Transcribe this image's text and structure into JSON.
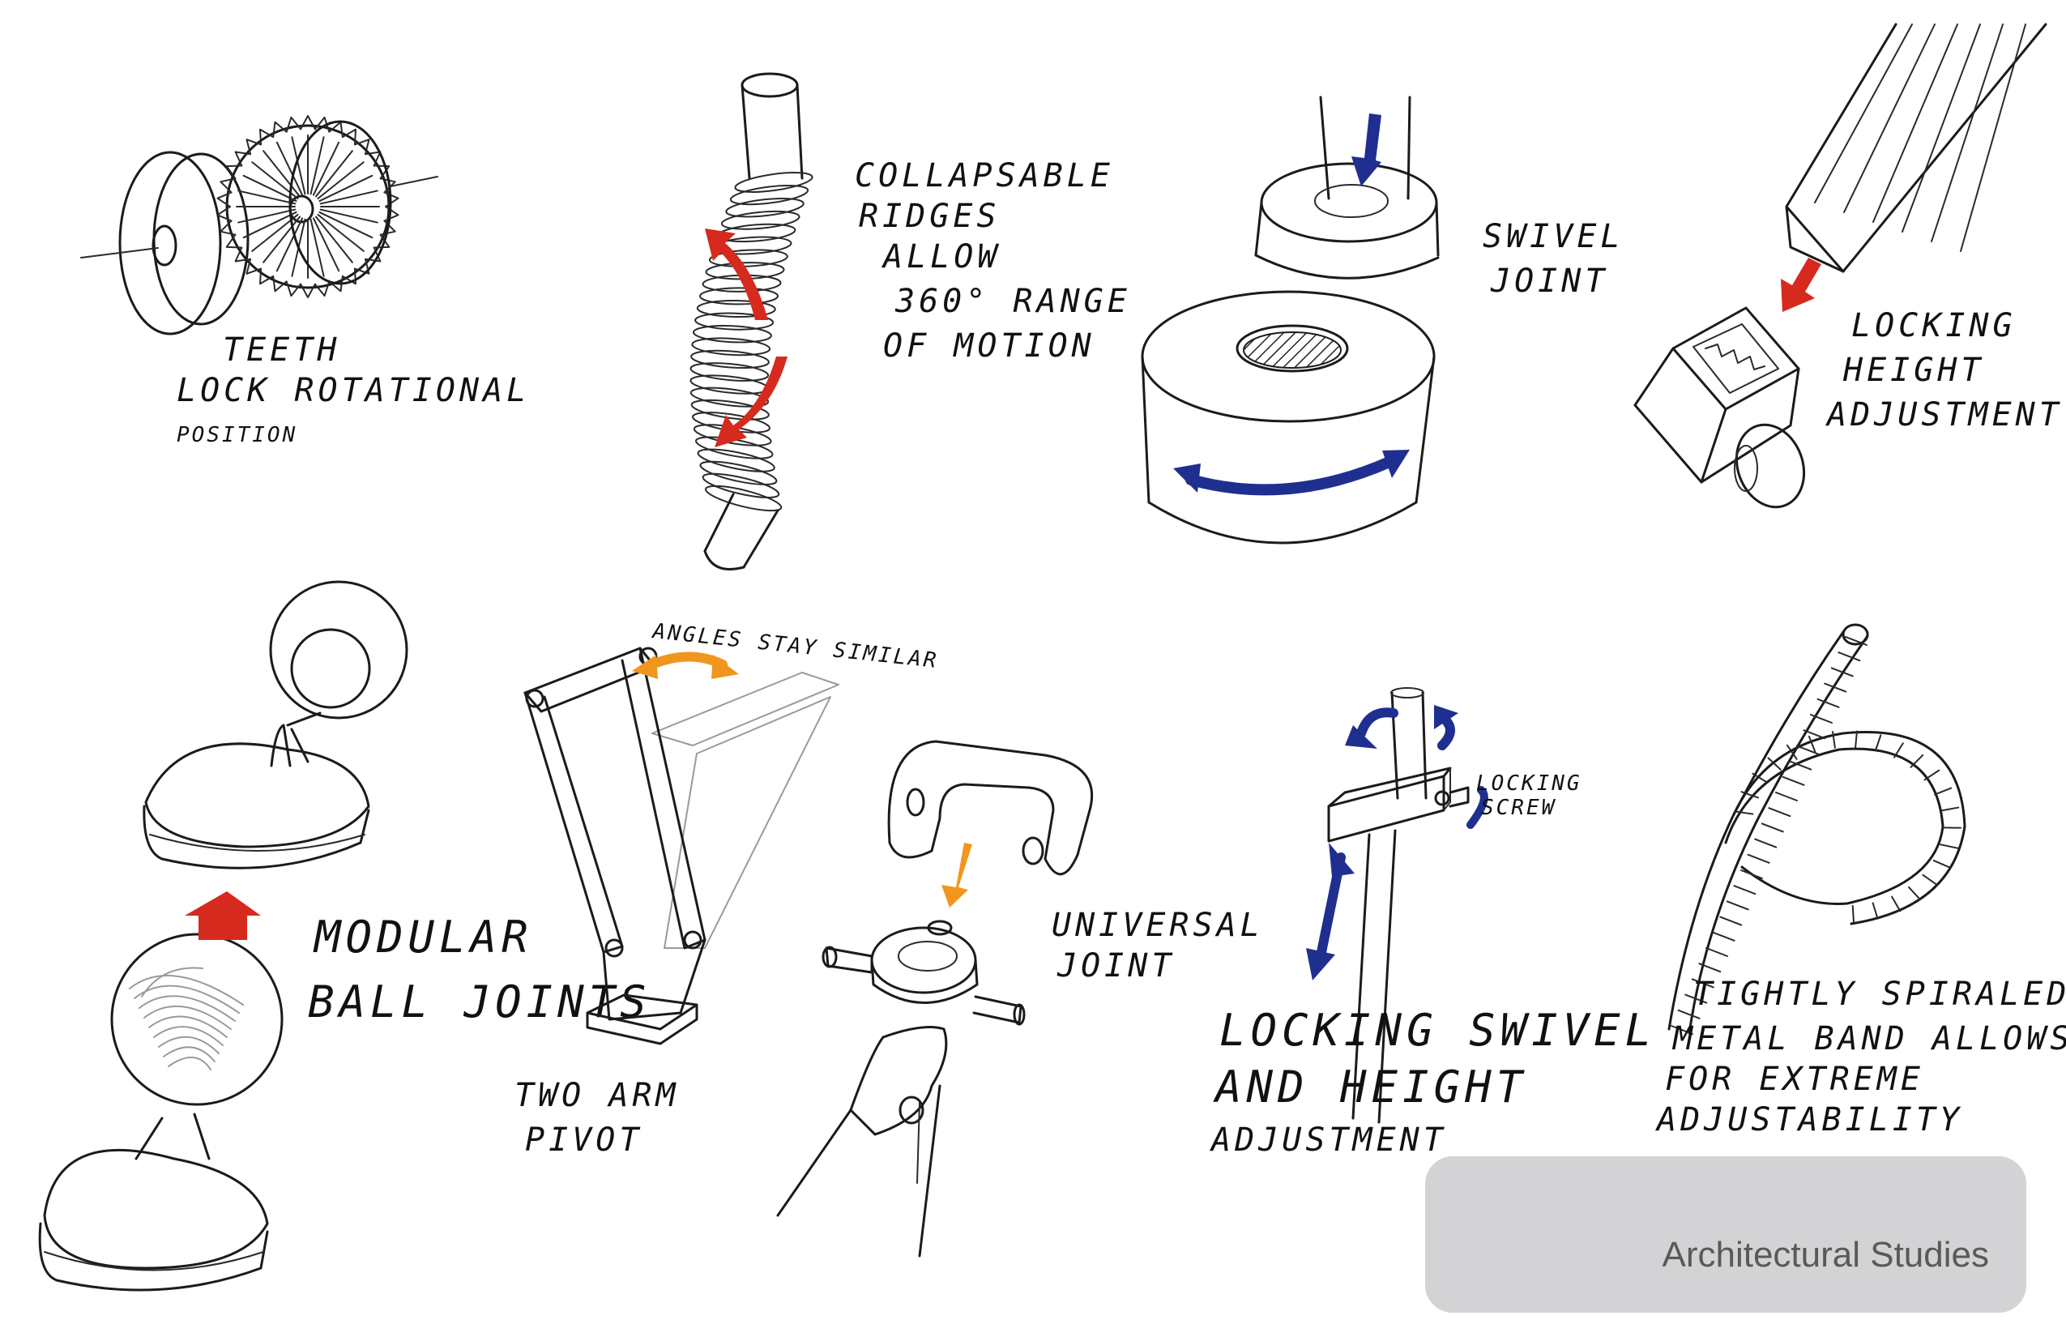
{
  "colors": {
    "red_arrow": "#d62a1f",
    "blue_arrow": "#1f2f8f",
    "orange_arrow": "#f0961e",
    "caption_box": "#d3d3d5",
    "caption_text": "#595959"
  },
  "sketches": {
    "gears": {
      "lines": [
        "TEETH",
        "LOCK ROTATIONAL",
        "POSITION"
      ]
    },
    "collapsable": {
      "lines": [
        "COLLAPSABLE",
        "RIDGES",
        "ALLOW",
        "360° RANGE",
        "OF MOTION"
      ]
    },
    "swivel": {
      "lines": [
        "SWIVEL",
        "JOINT"
      ]
    },
    "locking_height": {
      "lines": [
        "LOCKING",
        "HEIGHT",
        "ADJUSTMENT"
      ]
    },
    "ball_joints": {
      "lines": [
        "MODULAR",
        "BALL JOINTS"
      ]
    },
    "two_arm": {
      "lines": [
        "TWO ARM",
        "PIVOT"
      ],
      "note": "ANGLES STAY SIMILAR"
    },
    "universal": {
      "lines": [
        "UNIVERSAL",
        "JOINT"
      ]
    },
    "locking_swivel": {
      "lines": [
        "LOCKING SWIVEL",
        "AND HEIGHT",
        "ADJUSTMENT"
      ],
      "note_lines": [
        "LOCKING",
        "SCREW"
      ]
    },
    "spiral": {
      "lines": [
        "TIGHTLY SPIRALED",
        "METAL BAND ALLOWS",
        "FOR EXTREME",
        "ADJUSTABILITY"
      ]
    }
  },
  "caption": {
    "text": "Architectural Studies"
  }
}
